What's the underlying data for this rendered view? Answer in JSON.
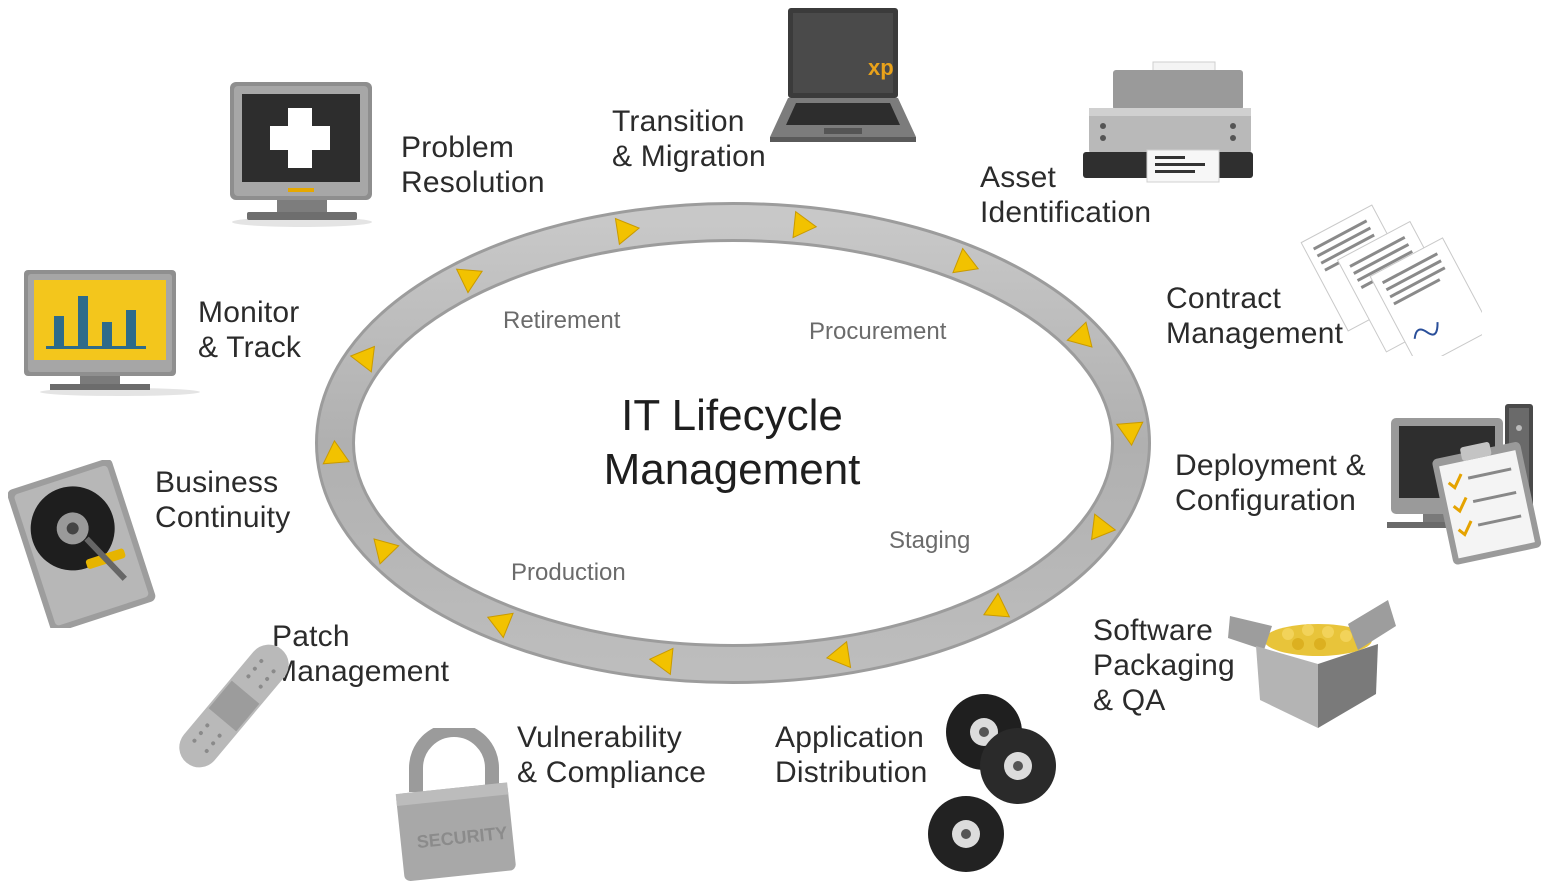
{
  "center_title": {
    "line1": "IT Lifecycle",
    "line2": "Management"
  },
  "phases": {
    "retirement": "Retirement",
    "procurement": "Procurement",
    "staging": "Staging",
    "production": "Production"
  },
  "steps": {
    "transition_migration": {
      "line1": "Transition",
      "line2": "& Migration"
    },
    "asset_identification": {
      "line1": "Asset",
      "line2": "Identification"
    },
    "contract_management": {
      "line1": "Contract",
      "line2": "Management"
    },
    "deployment_configuration": {
      "line1": "Deployment &",
      "line2": "Configuration"
    },
    "software_packaging": {
      "line1": "Software",
      "line2": "Packaging",
      "line3": "& QA"
    },
    "application_distribution": {
      "line1": "Application",
      "line2": "Distribution"
    },
    "vulnerability_compliance": {
      "line1": "Vulnerability",
      "line2": "& Compliance"
    },
    "patch_management": {
      "line1": "Patch",
      "line2": "Management"
    },
    "business_continuity": {
      "line1": "Business",
      "line2": "Continuity"
    },
    "monitor_track": {
      "line1": "Monitor",
      "line2": "& Track"
    },
    "problem_resolution": {
      "line1": "Problem",
      "line2": "Resolution"
    }
  },
  "icon_text": {
    "laptop_os": "xp",
    "padlock_stamp": "SECURITY"
  },
  "colors": {
    "ring": "#b4b4b4",
    "ring_edge": "#9a9a9a",
    "arrow": "#f2c200",
    "arrow_dark": "#c99a00",
    "monitor_screen": "#f3c61c",
    "bars": "#2e6b8a"
  }
}
